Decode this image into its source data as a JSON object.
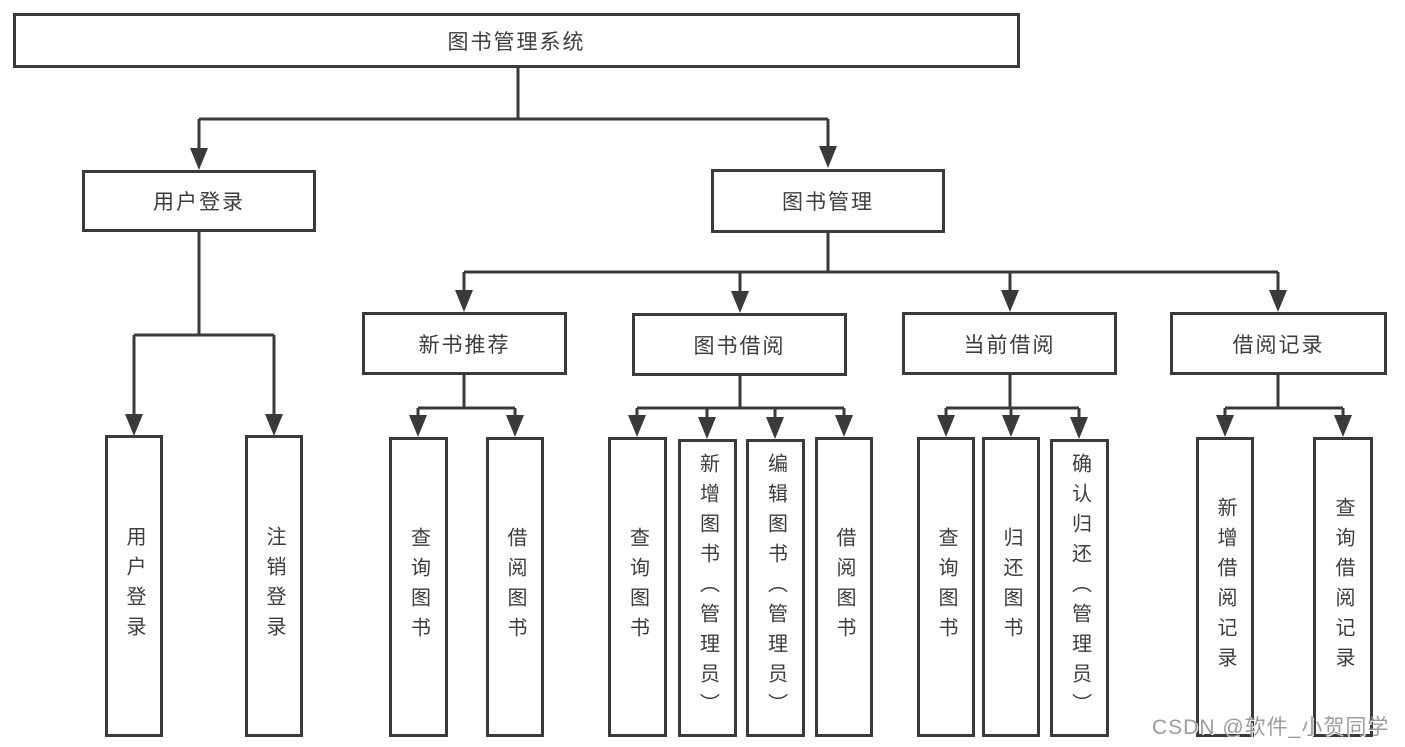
{
  "diagram_title": "图书管理系统",
  "nodes": {
    "root": {
      "label": "图书管理系统"
    },
    "user_login": {
      "label": "用户登录"
    },
    "book_mgmt": {
      "label": "图书管理"
    },
    "new_book_rec": {
      "label": "新书推荐"
    },
    "book_borrow": {
      "label": "图书借阅"
    },
    "current_borrow": {
      "label": "当前借阅"
    },
    "borrow_records": {
      "label": "借阅记录"
    },
    "leaf_user_login": {
      "label": "用户登录"
    },
    "leaf_logout": {
      "label": "注销登录"
    },
    "leaf_query_book_1": {
      "label": "查询图书"
    },
    "leaf_borrow_book_1": {
      "label": "借阅图书"
    },
    "leaf_query_book_2": {
      "label": "查询图书"
    },
    "leaf_add_book": {
      "label": "新增图书（管理员）"
    },
    "leaf_edit_book": {
      "label": "编辑图书（管理员）"
    },
    "leaf_borrow_book_2": {
      "label": "借阅图书"
    },
    "leaf_query_book_3": {
      "label": "查询图书"
    },
    "leaf_return_book": {
      "label": "归还图书"
    },
    "leaf_confirm_return": {
      "label": "确认归还（管理员）"
    },
    "leaf_add_record": {
      "label": "新增借阅记录"
    },
    "leaf_query_record": {
      "label": "查询借阅记录"
    }
  },
  "hierarchy": {
    "root": "图书管理系统",
    "children": [
      {
        "label": "用户登录",
        "children": [
          "用户登录",
          "注销登录"
        ]
      },
      {
        "label": "图书管理",
        "children": [
          {
            "label": "新书推荐",
            "children": [
              "查询图书",
              "借阅图书"
            ]
          },
          {
            "label": "图书借阅",
            "children": [
              "查询图书",
              "新增图书（管理员）",
              "编辑图书（管理员）",
              "借阅图书"
            ]
          },
          {
            "label": "当前借阅",
            "children": [
              "查询图书",
              "归还图书",
              "确认归还（管理员）"
            ]
          },
          {
            "label": "借阅记录",
            "children": [
              "新增借阅记录",
              "查询借阅记录"
            ]
          }
        ]
      }
    ]
  },
  "watermark": {
    "text": "CSDN @软件_小贺同学"
  },
  "colors": {
    "line": "#3a3a3a",
    "text": "#3d3d3d",
    "background": "#ffffff",
    "watermark": "#949496"
  }
}
